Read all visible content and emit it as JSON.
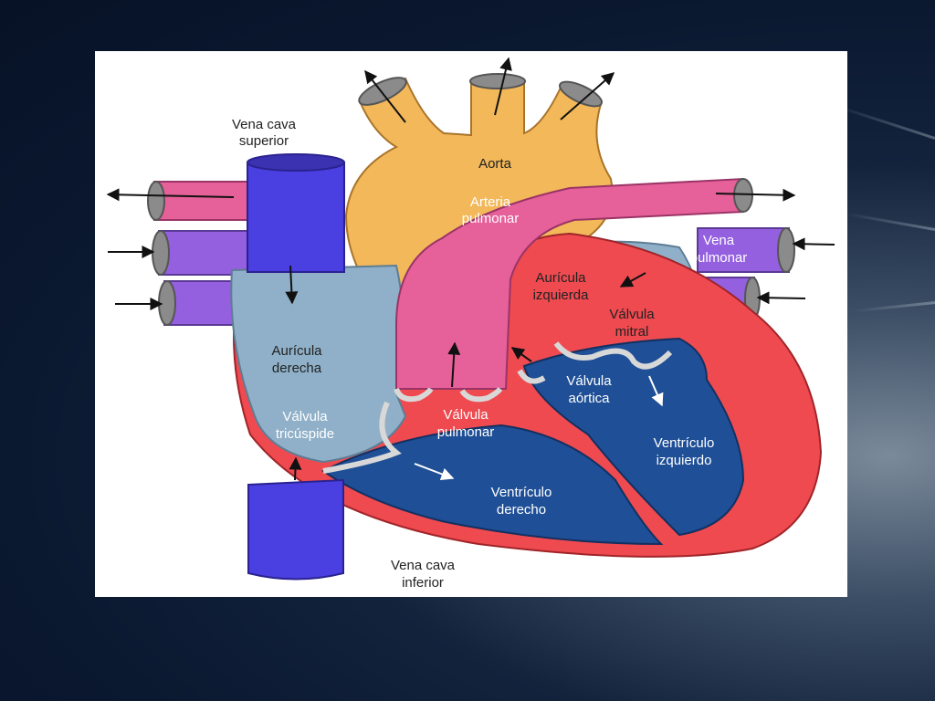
{
  "diagram": {
    "labels": {
      "vena_cava_superior_1": "Vena cava",
      "vena_cava_superior_2": "superior",
      "aorta": "Aorta",
      "arteria_pulmonar_1": "Arteria",
      "arteria_pulmonar_2": "pulmonar",
      "vena_pulmonar_1": "Vena",
      "vena_pulmonar_2": "pulmonar",
      "auricula_izquierda_1": "Aurícula",
      "auricula_izquierda_2": "izquierda",
      "valvula_mitral_1": "Válvula",
      "valvula_mitral_2": "mitral",
      "auricula_derecha_1": "Aurícula",
      "auricula_derecha_2": "derecha",
      "valvula_aortica_1": "Válvula",
      "valvula_aortica_2": "aórtica",
      "valvula_tricuspide_1": "Válvula",
      "valvula_tricuspide_2": "tricúspide",
      "valvula_pulmonar_1": "Válvula",
      "valvula_pulmonar_2": "pulmonar",
      "ventriculo_izquierdo_1": "Ventrículo",
      "ventriculo_izquierdo_2": "izquierdo",
      "ventriculo_derecho_1": "Ventrículo",
      "ventriculo_derecho_2": "derecho",
      "vena_cava_inferior_1": "Vena cava",
      "vena_cava_inferior_2": "inferior"
    },
    "colors": {
      "aorta": "#f2b85a",
      "pulmonary_artery": "#e6609a",
      "pulmonary_vein": "#9460e0",
      "vena_cava": "#4a3fe0",
      "atrium": "#8fb0c8",
      "ventricle": "#1f4f96",
      "myocardium": "#ee4a50",
      "valve": "#d8d8d8"
    }
  }
}
